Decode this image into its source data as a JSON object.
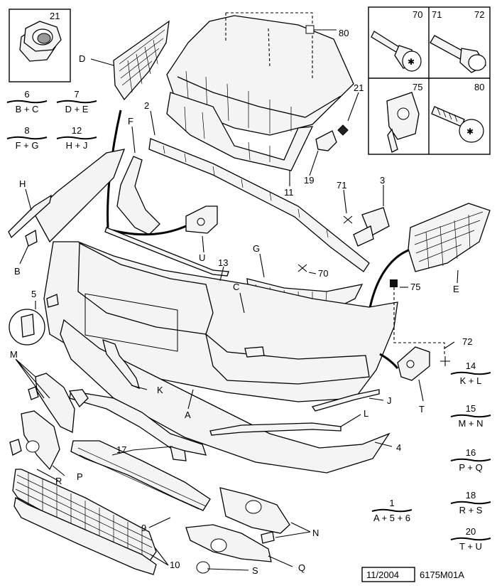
{
  "callouts": {
    "c_21": "21",
    "c_21b": "21",
    "c_70": "70",
    "c_71": "71",
    "c_72": "72",
    "c_75": "75",
    "c_80": "80",
    "c_80b": "80",
    "c_2": "2",
    "c_3": "3",
    "c_4": "4",
    "c_5": "5",
    "c_9": "9",
    "c_10": "10",
    "c_11": "11",
    "c_13": "13",
    "c_17": "17",
    "c_19": "19",
    "c_71b": "71",
    "c_70b": "70",
    "c_75b": "75",
    "c_72b": "72",
    "c_A": "A",
    "c_B": "B",
    "c_C": "C",
    "c_D": "D",
    "c_E": "E",
    "c_F": "F",
    "c_G": "G",
    "c_H": "H",
    "c_J": "J",
    "c_K": "K",
    "c_L": "L",
    "c_M": "M",
    "c_N": "N",
    "c_P": "P",
    "c_Q": "Q",
    "c_R": "R",
    "c_S": "S",
    "c_T": "T",
    "c_U": "U"
  },
  "kits_left": [
    {
      "num": "6",
      "formula": "B + C"
    },
    {
      "num": "7",
      "formula": "D + E"
    },
    {
      "num": "8",
      "formula": "F + G"
    },
    {
      "num": "12",
      "formula": "H + J"
    }
  ],
  "kits_right": [
    {
      "num": "14",
      "formula": "K + L"
    },
    {
      "num": "15",
      "formula": "M + N"
    },
    {
      "num": "16",
      "formula": "P + Q"
    },
    {
      "num": "18",
      "formula": "R + S"
    },
    {
      "num": "20",
      "formula": "T + U"
    }
  ],
  "kit_bottom": {
    "num": "1",
    "formula": "A + 5 + 6"
  },
  "footer": {
    "date": "11/2004",
    "ref": "6175M01A"
  }
}
